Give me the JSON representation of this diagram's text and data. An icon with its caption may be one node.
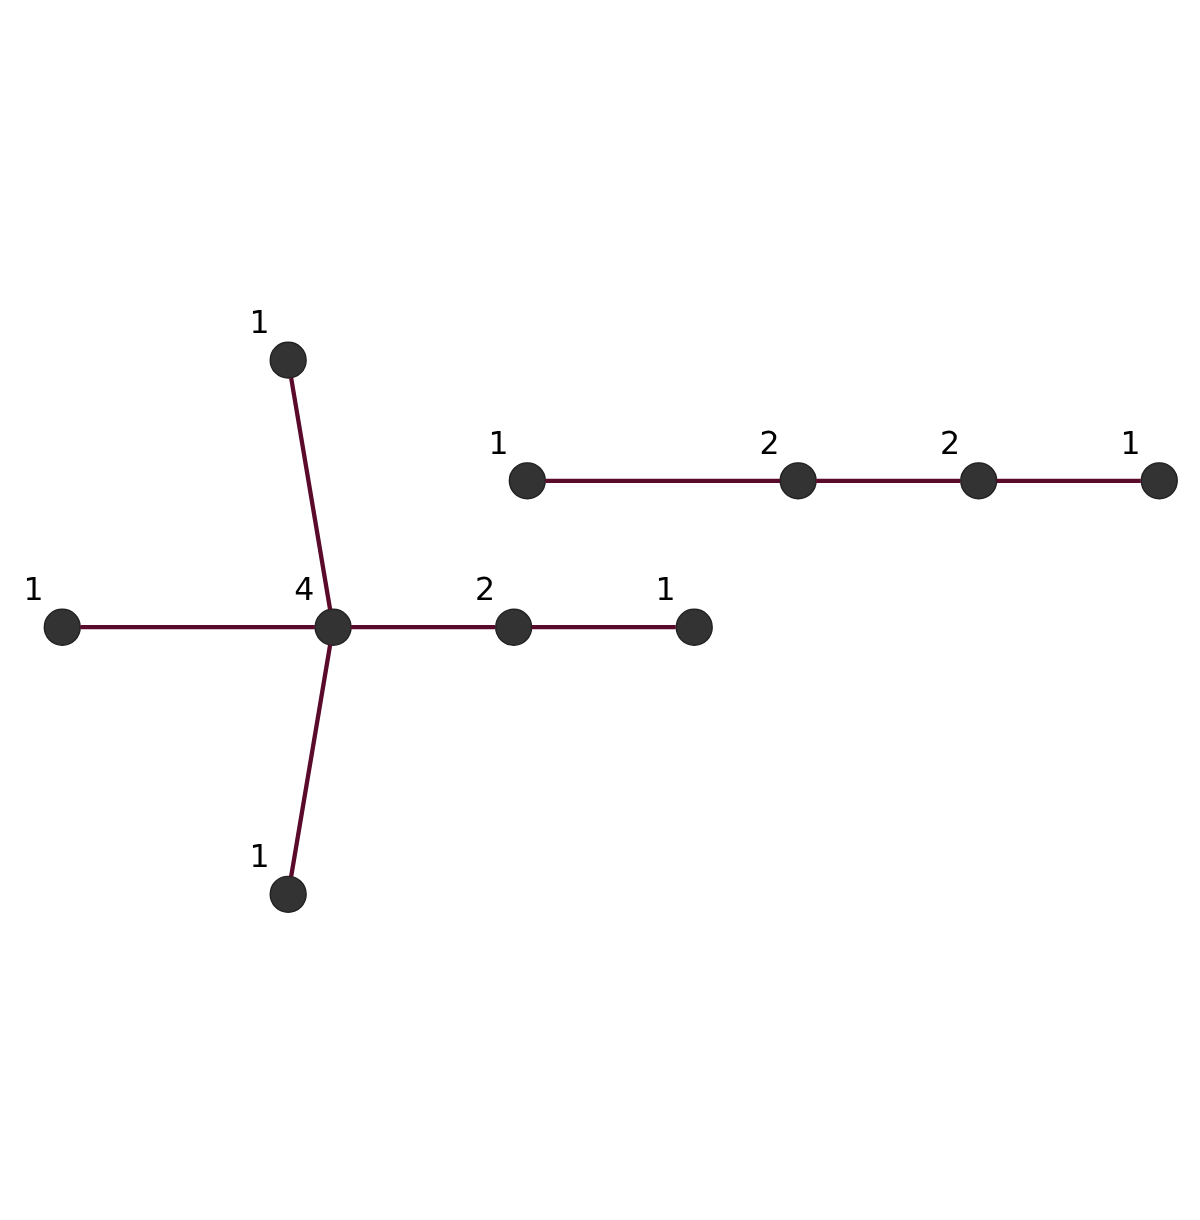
{
  "diagram": {
    "nodes": [
      {
        "text": [],
        "shape": "circle",
        "beside": [
          "2"
        ]
      },
      {
        "text": [],
        "shape": "circle",
        "beside": [
          "4"
        ]
      },
      {
        "text": [],
        "shape": "circle",
        "beside": [
          "1"
        ]
      },
      {
        "text": [],
        "shape": "circle",
        "beside": [
          "2"
        ]
      },
      {
        "text": [],
        "shape": "circle",
        "beside": [
          "1"
        ]
      },
      {
        "text": [],
        "shape": "circle",
        "beside": [
          "1"
        ]
      },
      {
        "text": [],
        "shape": "circle",
        "beside": [
          "1"
        ]
      },
      {
        "text": [],
        "shape": "circle",
        "beside": [
          "2"
        ]
      },
      {
        "text": [],
        "shape": "circle",
        "beside": [
          "1"
        ]
      },
      {
        "text": [],
        "shape": "circle",
        "beside": [
          "1"
        ]
      }
    ],
    "edges": [
      {
        "from": 2,
        "to": 0,
        "arrow": "none"
      },
      {
        "from": 0,
        "to": 7,
        "arrow": "none"
      },
      {
        "from": 1,
        "to": 3,
        "arrow": "none"
      },
      {
        "from": 1,
        "to": 5,
        "arrow": "none"
      },
      {
        "from": 1,
        "to": 4,
        "arrow": "none"
      },
      {
        "from": 1,
        "to": 6,
        "arrow": "none"
      },
      {
        "from": 3,
        "to": 8,
        "arrow": "none"
      },
      {
        "from": 7,
        "to": 9,
        "arrow": "none"
      }
    ]
  }
}
